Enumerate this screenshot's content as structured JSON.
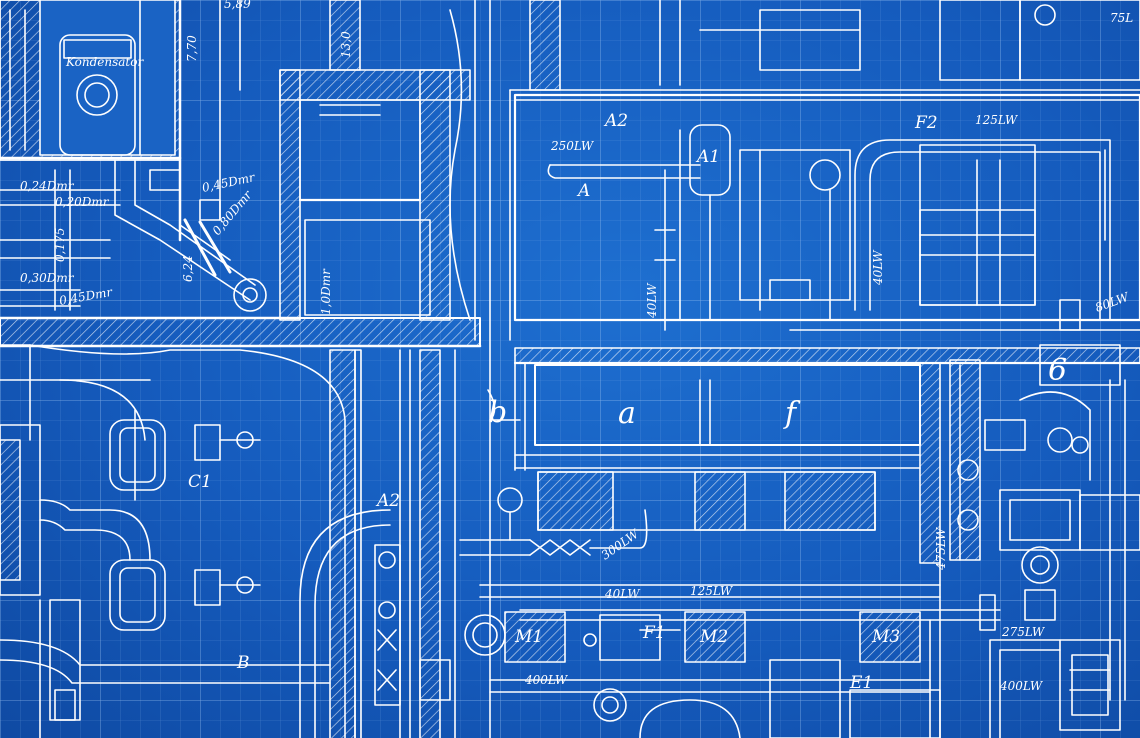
{
  "colors": {
    "paper": "#1558b8",
    "line": "#ffffff",
    "grid": "#6fa5e6"
  },
  "labels": {
    "kondensator": "Kondensator",
    "a": "a",
    "f": "f",
    "b": "b",
    "six": "6",
    "A": "A",
    "A1": "A1",
    "A2_top": "A2",
    "A2_bottom": "A2",
    "B": "B",
    "C1": "C1",
    "E1": "E1",
    "F1": "F1",
    "F2": "F2",
    "M1": "M1",
    "M2": "M2",
    "M3": "M3",
    "d024": "0,24Dmr",
    "d020": "0,20Dmr",
    "d045_top": "0,45Dmr",
    "d030": "0,30Dmr",
    "d045_left": "0,45Dmr",
    "d080": "0,80Dmr",
    "d10": "1,0Dmr",
    "v0175": "0,175",
    "v624": "6,24",
    "v130": "13,0",
    "v770": "7,70",
    "v589": "5,89",
    "lw250": "250LW",
    "lw125_top": "125LW",
    "lw40_top": "40LW",
    "lw40_vert": "40LW",
    "lw80": "80LW",
    "lw300": "300LW",
    "lw40_mid": "40LW",
    "lw125_mid": "125LW",
    "lw400_left": "400LW",
    "lw475": "475LW",
    "lw275": "275LW",
    "lw400_right": "400LW",
    "lw75": "75L"
  }
}
